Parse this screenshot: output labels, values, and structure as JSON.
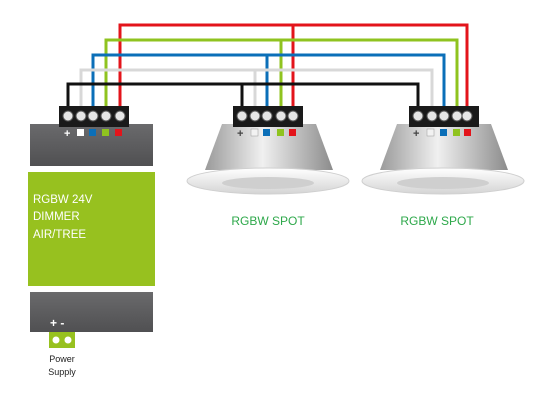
{
  "dimmer": {
    "line1": "RGBW 24V",
    "line2": "DIMMER",
    "line3": "AIR/TREE",
    "terminal_marks": "+ -",
    "plus_sign": "+"
  },
  "power": {
    "line1": "Power",
    "line2": "Supply"
  },
  "spots": [
    {
      "label": "RGBW SPOT",
      "plus_sign": "+"
    },
    {
      "label": "RGBW SPOT",
      "plus_sign": "+"
    }
  ],
  "colors": {
    "wire_red": "#e3141b",
    "wire_green": "#8fc31f",
    "wire_blue": "#0b6fb8",
    "wire_white": "#d8d8d8",
    "wire_black": "#111111",
    "dimmer_body": "#97c11f",
    "dimmer_case": "#5d5d5f",
    "spot_label": "#2da84a",
    "text_white": "#ffffff"
  }
}
